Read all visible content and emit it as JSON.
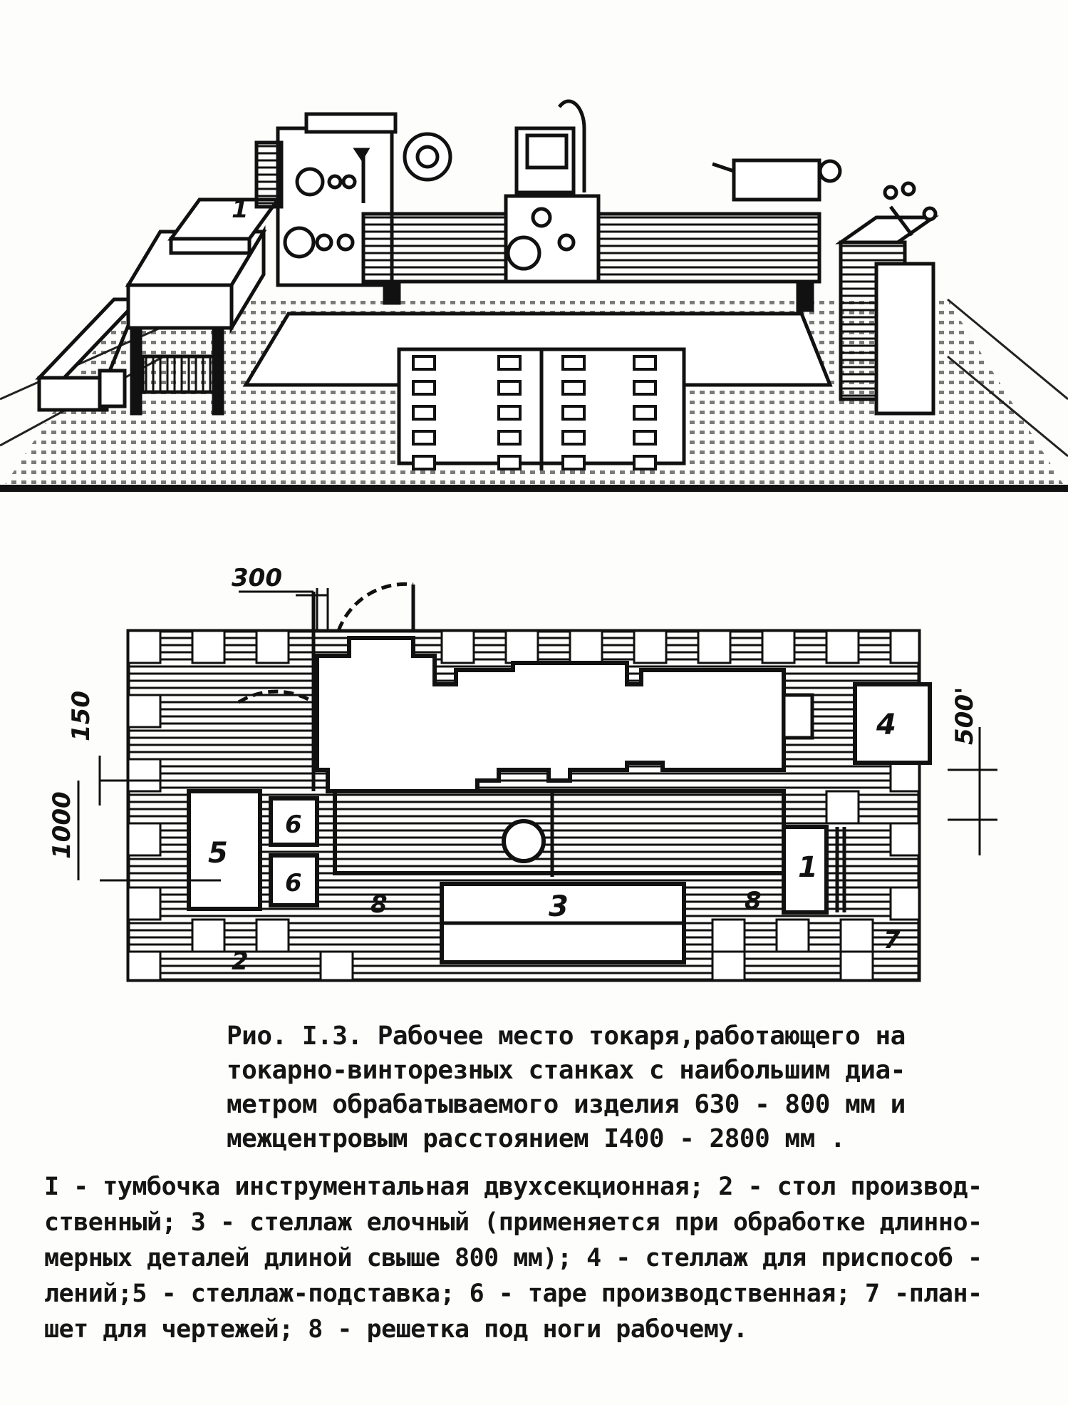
{
  "figure": {
    "dimensions": {
      "d300": "300",
      "d150": "150",
      "d1000": "1000",
      "d500": "500'"
    },
    "item_labels": {
      "n1": "1",
      "n2": "2",
      "n3": "3",
      "n4": "4",
      "n5": "5",
      "n6a": "6",
      "n6b": "6",
      "n7": "7",
      "n8a": "8",
      "n8b": "8",
      "n1_top": "1"
    }
  },
  "caption": {
    "lines": [
      "Рио. I.3. Рабочее место токаря,работающего на",
      "токарно-винторезных станках с наибольшим диа-",
      "метром обрабатываемого изделия 630 - 800 мм и",
      "межцентровым расстоянием I400 - 2800 мм ."
    ]
  },
  "legend": {
    "lines": [
      "I - тумбочка инструментальная двухсекционная; 2 - стол производ-",
      "ственный; 3 - стеллаж елочный (применяется при обработке длинно-",
      "мерных деталей длиной свыше 800 мм); 4 - стеллаж для приспособ -",
      "лений;5 - стеллаж-подставка; 6 - таре производственная; 7 -план-",
      "шет для чертежей; 8 - решетка под ноги рабочему."
    ]
  }
}
